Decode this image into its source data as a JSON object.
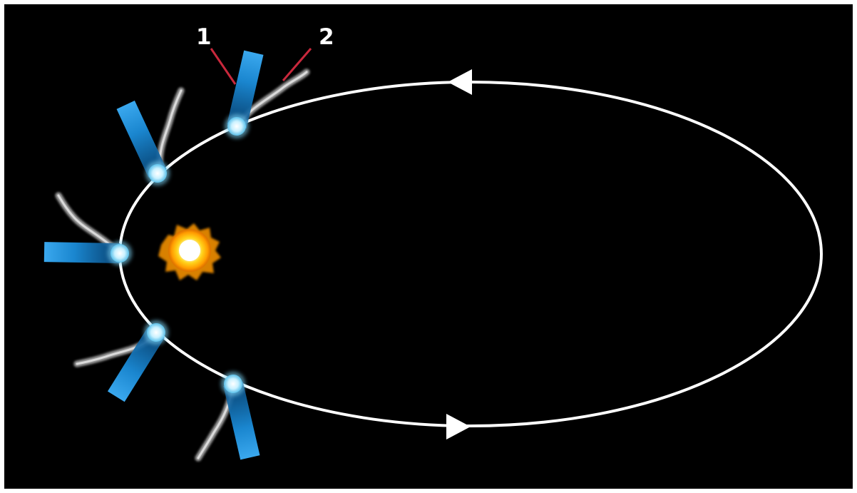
{
  "diagram": {
    "labels": [
      {
        "id": "ion-tail",
        "text": "1"
      },
      {
        "id": "dust-tail",
        "text": "2"
      }
    ],
    "colors": {
      "background": "#000000",
      "frame": "#ffffff",
      "orbit": "#ffffff",
      "ion_tail": "#1e8fd6",
      "dust_tail": "#c8c8c8",
      "nucleus": "#bfeeff",
      "sun_core": "#ffffff",
      "sun_corona": "#ffb000",
      "leader_line": "#c8283c"
    },
    "icons": [
      "sun-icon",
      "comet-icon",
      "orbit-direction-arrow-icon"
    ]
  }
}
